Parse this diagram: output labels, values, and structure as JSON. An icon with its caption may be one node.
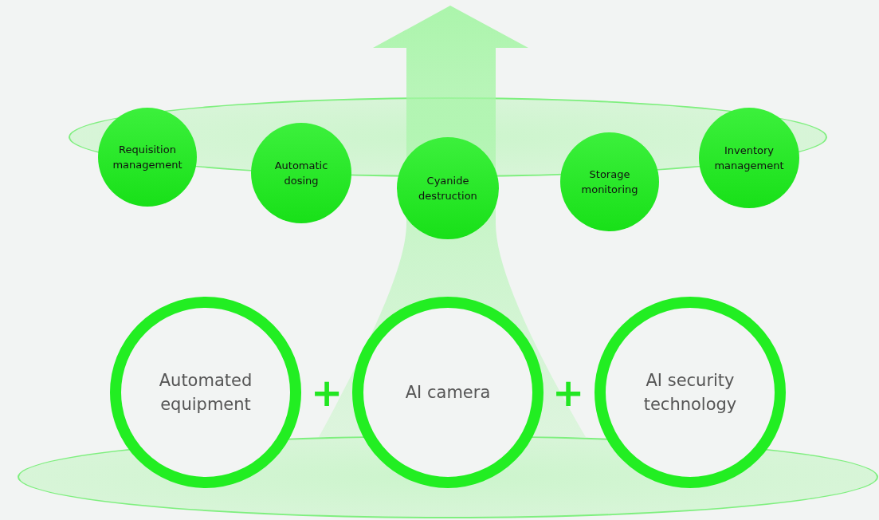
{
  "diagram": {
    "nodes": [
      {
        "text": [],
        "shape": "ellipse"
      },
      {
        "text": [
          "Requisition management"
        ]
      },
      {
        "text": [
          "Automatic dosing"
        ]
      },
      {
        "text": [
          "Cyanide destruction"
        ]
      },
      {
        "text": [
          "Storage monitoring"
        ]
      },
      {
        "text": [
          "Inventory management"
        ]
      },
      {
        "text": [
          "Automated equipment"
        ]
      },
      {
        "text": [
          "AI camera"
        ]
      },
      {
        "text": [
          "AI security technology"
        ]
      },
      {
        "text": [],
        "shape": "ellipse"
      }
    ],
    "labels": [
      "+",
      "+"
    ]
  }
}
